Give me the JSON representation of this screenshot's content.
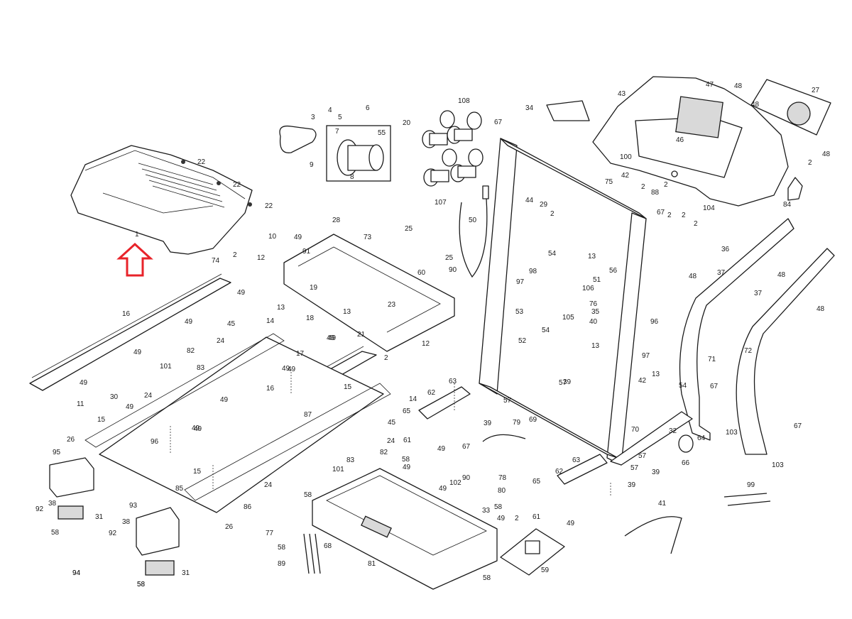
{
  "diagram": {
    "highlight_part": "1",
    "callouts": [
      {
        "id": "c1",
        "text": "1"
      },
      {
        "id": "c2",
        "text": "22"
      },
      {
        "id": "c3",
        "text": "22"
      },
      {
        "id": "c4",
        "text": "22"
      },
      {
        "id": "c5",
        "text": "3"
      },
      {
        "id": "c6",
        "text": "4"
      },
      {
        "id": "c7",
        "text": "5"
      },
      {
        "id": "c8",
        "text": "6"
      },
      {
        "id": "c9",
        "text": "7"
      },
      {
        "id": "c10",
        "text": "55"
      },
      {
        "id": "c11",
        "text": "9"
      },
      {
        "id": "c12",
        "text": "8"
      },
      {
        "id": "c13",
        "text": "20"
      },
      {
        "id": "c14",
        "text": "108"
      },
      {
        "id": "c15",
        "text": "107"
      },
      {
        "id": "c16",
        "text": "50"
      },
      {
        "id": "c17",
        "text": "67"
      },
      {
        "id": "c18",
        "text": "34"
      },
      {
        "id": "c19",
        "text": "43"
      },
      {
        "id": "c20",
        "text": "47"
      },
      {
        "id": "c21",
        "text": "48"
      },
      {
        "id": "c22",
        "text": "27"
      },
      {
        "id": "c23",
        "text": "48"
      },
      {
        "id": "c24",
        "text": "48"
      },
      {
        "id": "c25",
        "text": "46"
      },
      {
        "id": "c26",
        "text": "100"
      },
      {
        "id": "c27",
        "text": "75"
      },
      {
        "id": "c28",
        "text": "42"
      },
      {
        "id": "c29",
        "text": "2"
      },
      {
        "id": "c30",
        "text": "88"
      },
      {
        "id": "c31",
        "text": "2"
      },
      {
        "id": "c32",
        "text": "104"
      },
      {
        "id": "c33",
        "text": "2"
      },
      {
        "id": "c34",
        "text": "84"
      },
      {
        "id": "c35",
        "text": "2"
      },
      {
        "id": "c36",
        "text": "67"
      },
      {
        "id": "c37",
        "text": "2"
      },
      {
        "id": "c38",
        "text": "2"
      },
      {
        "id": "c39",
        "text": "36"
      },
      {
        "id": "c40",
        "text": "48"
      },
      {
        "id": "c41",
        "text": "37"
      },
      {
        "id": "c42",
        "text": "48"
      },
      {
        "id": "c43",
        "text": "37"
      },
      {
        "id": "c44",
        "text": "48"
      },
      {
        "id": "c45",
        "text": "74"
      },
      {
        "id": "c46",
        "text": "2"
      },
      {
        "id": "c47",
        "text": "49"
      },
      {
        "id": "c48",
        "text": "16"
      },
      {
        "id": "c49",
        "text": "49"
      },
      {
        "id": "c50",
        "text": "49"
      },
      {
        "id": "c51",
        "text": "49"
      },
      {
        "id": "c52",
        "text": "28"
      },
      {
        "id": "c53",
        "text": "73"
      },
      {
        "id": "c54",
        "text": "25"
      },
      {
        "id": "c55",
        "text": "10"
      },
      {
        "id": "c56",
        "text": "49"
      },
      {
        "id": "c57",
        "text": "12"
      },
      {
        "id": "c58",
        "text": "91"
      },
      {
        "id": "c59",
        "text": "19"
      },
      {
        "id": "c60",
        "text": "13"
      },
      {
        "id": "c61",
        "text": "25"
      },
      {
        "id": "c62",
        "text": "90"
      },
      {
        "id": "c63",
        "text": "60"
      },
      {
        "id": "c64",
        "text": "13"
      },
      {
        "id": "c65",
        "text": "44"
      },
      {
        "id": "c66",
        "text": "29"
      },
      {
        "id": "c67",
        "text": "2"
      },
      {
        "id": "c68",
        "text": "54"
      },
      {
        "id": "c69",
        "text": "13"
      },
      {
        "id": "c70",
        "text": "97"
      },
      {
        "id": "c71",
        "text": "98"
      },
      {
        "id": "c72",
        "text": "51"
      },
      {
        "id": "c73",
        "text": "56"
      },
      {
        "id": "c74",
        "text": "106"
      },
      {
        "id": "c75",
        "text": "76"
      },
      {
        "id": "c76",
        "text": "35"
      },
      {
        "id": "c77",
        "text": "105"
      },
      {
        "id": "c78",
        "text": "40"
      },
      {
        "id": "c79",
        "text": "53"
      },
      {
        "id": "c80",
        "text": "54"
      },
      {
        "id": "c81",
        "text": "52"
      },
      {
        "id": "c82",
        "text": "13"
      },
      {
        "id": "c83",
        "text": "96"
      },
      {
        "id": "c84",
        "text": "97"
      },
      {
        "id": "c85",
        "text": "14"
      },
      {
        "id": "c86",
        "text": "45"
      },
      {
        "id": "c87",
        "text": "18"
      },
      {
        "id": "c88",
        "text": "17"
      },
      {
        "id": "c89",
        "text": "23"
      },
      {
        "id": "c90",
        "text": "21"
      },
      {
        "id": "c91",
        "text": "49"
      },
      {
        "id": "c92",
        "text": "12"
      },
      {
        "id": "c93",
        "text": "2"
      },
      {
        "id": "c94",
        "text": "24"
      },
      {
        "id": "c95",
        "text": "82"
      },
      {
        "id": "c96",
        "text": "83"
      },
      {
        "id": "c97",
        "text": "101"
      },
      {
        "id": "c98",
        "text": "24"
      },
      {
        "id": "c99",
        "text": "49"
      },
      {
        "id": "c100",
        "text": "16"
      },
      {
        "id": "c101",
        "text": "49"
      },
      {
        "id": "c102",
        "text": "30"
      },
      {
        "id": "c103",
        "text": "49"
      },
      {
        "id": "c104",
        "text": "11"
      },
      {
        "id": "c105",
        "text": "15"
      },
      {
        "id": "c106",
        "text": "26"
      },
      {
        "id": "c107",
        "text": "96"
      },
      {
        "id": "c108",
        "text": "49"
      },
      {
        "id": "c109",
        "text": "15"
      },
      {
        "id": "c110",
        "text": "87"
      },
      {
        "id": "c111",
        "text": "15"
      },
      {
        "id": "c112",
        "text": "14"
      },
      {
        "id": "c113",
        "text": "62"
      },
      {
        "id": "c114",
        "text": "63"
      },
      {
        "id": "c115",
        "text": "65"
      },
      {
        "id": "c116",
        "text": "45"
      },
      {
        "id": "c117",
        "text": "24"
      },
      {
        "id": "c118",
        "text": "61"
      },
      {
        "id": "c119",
        "text": "49"
      },
      {
        "id": "c120",
        "text": "57"
      },
      {
        "id": "c121",
        "text": "39"
      },
      {
        "id": "c122",
        "text": "57"
      },
      {
        "id": "c123",
        "text": "39"
      },
      {
        "id": "c124",
        "text": "69"
      },
      {
        "id": "c125",
        "text": "42"
      },
      {
        "id": "c126",
        "text": "13"
      },
      {
        "id": "c127",
        "text": "54"
      },
      {
        "id": "c128",
        "text": "71"
      },
      {
        "id": "c129",
        "text": "72"
      },
      {
        "id": "c130",
        "text": "67"
      },
      {
        "id": "c131",
        "text": "67"
      },
      {
        "id": "c132",
        "text": "70"
      },
      {
        "id": "c133",
        "text": "32"
      },
      {
        "id": "c134",
        "text": "64"
      },
      {
        "id": "c135",
        "text": "103"
      },
      {
        "id": "c136",
        "text": "66"
      },
      {
        "id": "c137",
        "text": "103"
      },
      {
        "id": "c138",
        "text": "79"
      },
      {
        "id": "c139",
        "text": "67"
      },
      {
        "id": "c140",
        "text": "63"
      },
      {
        "id": "c141",
        "text": "62"
      },
      {
        "id": "c142",
        "text": "57"
      },
      {
        "id": "c143",
        "text": "57"
      },
      {
        "id": "c144",
        "text": "39"
      },
      {
        "id": "c145",
        "text": "39"
      },
      {
        "id": "c146",
        "text": "95"
      },
      {
        "id": "c147",
        "text": "92"
      },
      {
        "id": "c148",
        "text": "38"
      },
      {
        "id": "c149",
        "text": "31"
      },
      {
        "id": "c150",
        "text": "58"
      },
      {
        "id": "c151",
        "text": "85"
      },
      {
        "id": "c152",
        "text": "93"
      },
      {
        "id": "c153",
        "text": "92"
      },
      {
        "id": "c154",
        "text": "38"
      },
      {
        "id": "c155",
        "text": "26"
      },
      {
        "id": "c156",
        "text": "94"
      },
      {
        "id": "c157",
        "text": "31"
      },
      {
        "id": "c158",
        "text": "58"
      },
      {
        "id": "c159",
        "text": "86"
      },
      {
        "id": "c160",
        "text": "24"
      },
      {
        "id": "c161",
        "text": "101"
      },
      {
        "id": "c162",
        "text": "83"
      },
      {
        "id": "c163",
        "text": "82"
      },
      {
        "id": "c164",
        "text": "58"
      },
      {
        "id": "c165",
        "text": "49"
      },
      {
        "id": "c166",
        "text": "58"
      },
      {
        "id": "c167",
        "text": "77"
      },
      {
        "id": "c168",
        "text": "58"
      },
      {
        "id": "c169",
        "text": "89"
      },
      {
        "id": "c170",
        "text": "68"
      },
      {
        "id": "c171",
        "text": "81"
      },
      {
        "id": "c172",
        "text": "58"
      },
      {
        "id": "c173",
        "text": "90"
      },
      {
        "id": "c174",
        "text": "78"
      },
      {
        "id": "c175",
        "text": "102"
      },
      {
        "id": "c176",
        "text": "80"
      },
      {
        "id": "c177",
        "text": "49"
      },
      {
        "id": "c178",
        "text": "33"
      },
      {
        "id": "c179",
        "text": "58"
      },
      {
        "id": "c180",
        "text": "49"
      },
      {
        "id": "c181",
        "text": "2"
      },
      {
        "id": "c182",
        "text": "49"
      },
      {
        "id": "c183",
        "text": "65"
      },
      {
        "id": "c184",
        "text": "61"
      },
      {
        "id": "c185",
        "text": "59"
      },
      {
        "id": "c186",
        "text": "41"
      },
      {
        "id": "c187",
        "text": "99"
      },
      {
        "id": "c188",
        "text": "49"
      },
      {
        "id": "c189",
        "text": "49"
      },
      {
        "id": "c190",
        "text": "49"
      },
      {
        "id": "c191",
        "text": "94"
      },
      {
        "id": "c192",
        "text": "58"
      }
    ],
    "colors": {
      "line": "#1a1a1a",
      "highlight_arrow": "#e8232a",
      "shading": "#d9d9d9",
      "background": "#ffffff"
    }
  }
}
